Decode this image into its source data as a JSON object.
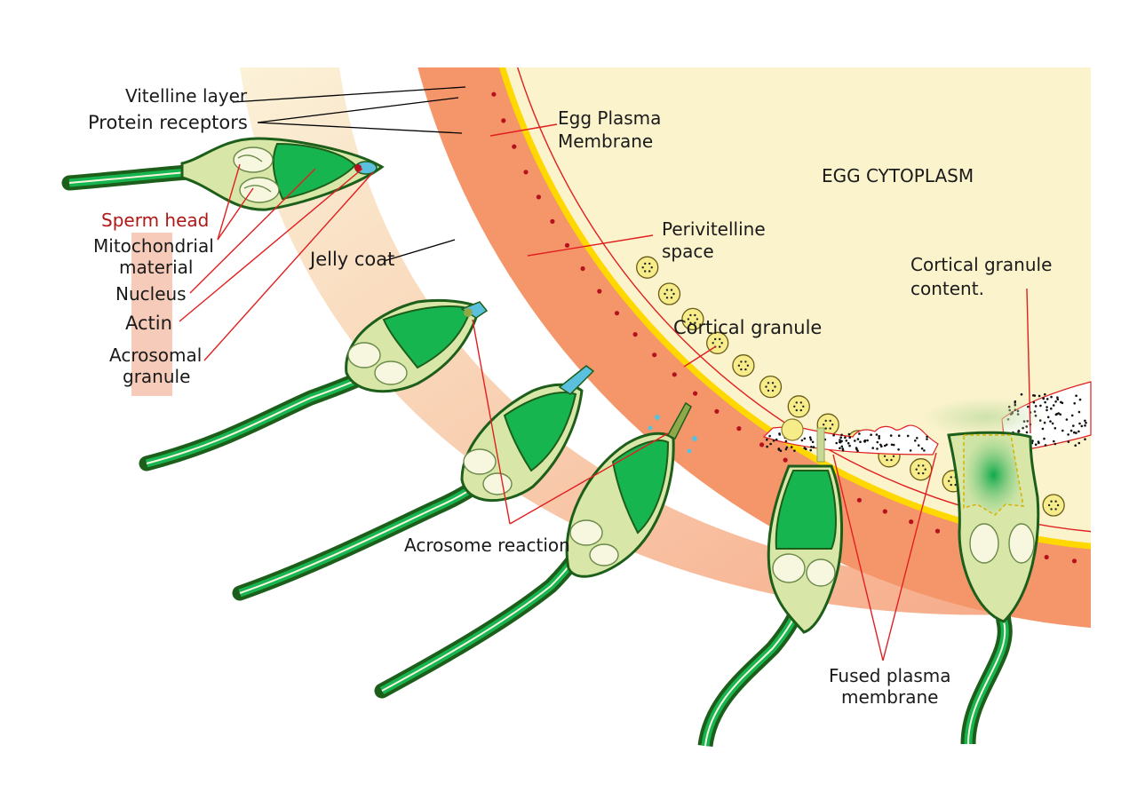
{
  "labels": {
    "vitelline_layer": "Vitelline layer",
    "protein_receptors": "Protein receptors",
    "egg_plasma_membrane_1": "Egg Plasma",
    "egg_plasma_membrane_2": "Membrane",
    "egg_cytoplasm": "EGG CYTOPLASM",
    "sperm_head": "Sperm head",
    "mitochondrial_1": "Mitochondrial",
    "mitochondrial_2": "material",
    "nucleus": "Nucleus",
    "actin": "Actin",
    "acrosomal_1": "Acrosomal",
    "acrosomal_2": "granule",
    "jelly_coat": "Jelly coat",
    "perivitelline_1": "Perivitelline",
    "perivitelline_2": "space",
    "cortical_granule": "Cortical granule",
    "cortical_content_1": "Cortical granule",
    "cortical_content_2": "content.",
    "acrosome_reaction": "Acrosome reaction",
    "fused_1": "Fused plasma",
    "fused_2": "membrane"
  },
  "colors": {
    "cytoplasm": "#faf3cc",
    "jelly_coat": "#f5966a",
    "vitelline": "#ffd800",
    "sperm_green": "#17b550",
    "sperm_outline": "#1c5e1a",
    "mitochondria": "#f7f7e0",
    "acrosome": "#5bc0de",
    "leader_red": "#e02020",
    "receptor": "#b3121e"
  }
}
